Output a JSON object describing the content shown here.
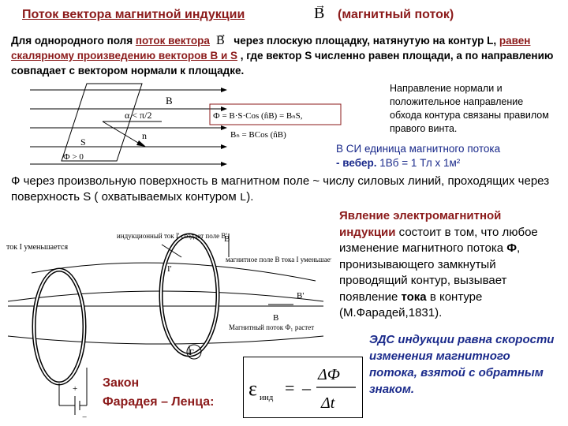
{
  "title": {
    "main": "Поток вектора магнитной индукции",
    "vector_symbol": "B",
    "arrow": "→",
    "suffix": "(магнитный поток)"
  },
  "para1": {
    "part1": "Для однородного поля ",
    "part2": "поток вектора",
    "vector_symbol": "B",
    "part3": " через плоскую площадку, натянутую на контур L, ",
    "part4": "равен скалярному произведению векторов B и  S",
    "part5": " , где вектор S численно равен площади, а по направлению совпадает с вектором нормали к площадке."
  },
  "diagram1": {
    "label_b": "B",
    "label_alpha": "α < π/2",
    "label_n": "n",
    "label_s": "S",
    "label_phi": "Ф > 0",
    "formula1": "Ф = B·S·Cos (n̂B) = BₙS,",
    "formula2": "Bₙ = BCos (n̂B)"
  },
  "note": "Направление нормали и положительное направление обхода контура связаны правилом правого винта.",
  "si": {
    "line1": "В СИ единица магнитного потока",
    "bold": "- вебер.",
    "rest": " 1Вб = 1 Тл х 1м²"
  },
  "para2": {
    "text": "Ф через произвольную поверхность в магнитном поле ~ числу силовых линий, проходящих через поверхность S ( охватываемых контуром ",
    "mono": "L",
    "end": ")."
  },
  "induction": {
    "title": "Явление электромагнитной индукции",
    "text1": " состоит в том, что любое изменение магнитного потока ",
    "phi": "Ф",
    "text2": ", пронизывающего замкнутый проводящий контур, вызывает появление ",
    "tok": "тока",
    "text3": " в контуре (М.Фарадей,1831)."
  },
  "emf": "ЭДС индукции равна скорости изменения магнитного потока, взятой с обратным знаком.",
  "law": {
    "line1": "Закон",
    "line2": "Фарадея – Ленца:"
  },
  "formula": {
    "eps": "ε",
    "sub": "инд",
    "eq": "=",
    "minus": "–",
    "num": "ΔФ",
    "den": "Δt"
  },
  "diagram2": {
    "label_current_dec": "ток I уменьшается",
    "label_induced": "индукционный ток I' создает поле B'",
    "label_field": "магнитное поле B тока I уменьшается",
    "label_b1": "B",
    "label_b2": "B'",
    "label_b3": "B",
    "label_i": "I'",
    "label_flux": "Магнитный поток Ф₁ растет",
    "label_g": "Г",
    "label_plus": "+",
    "label_minus": "−"
  }
}
